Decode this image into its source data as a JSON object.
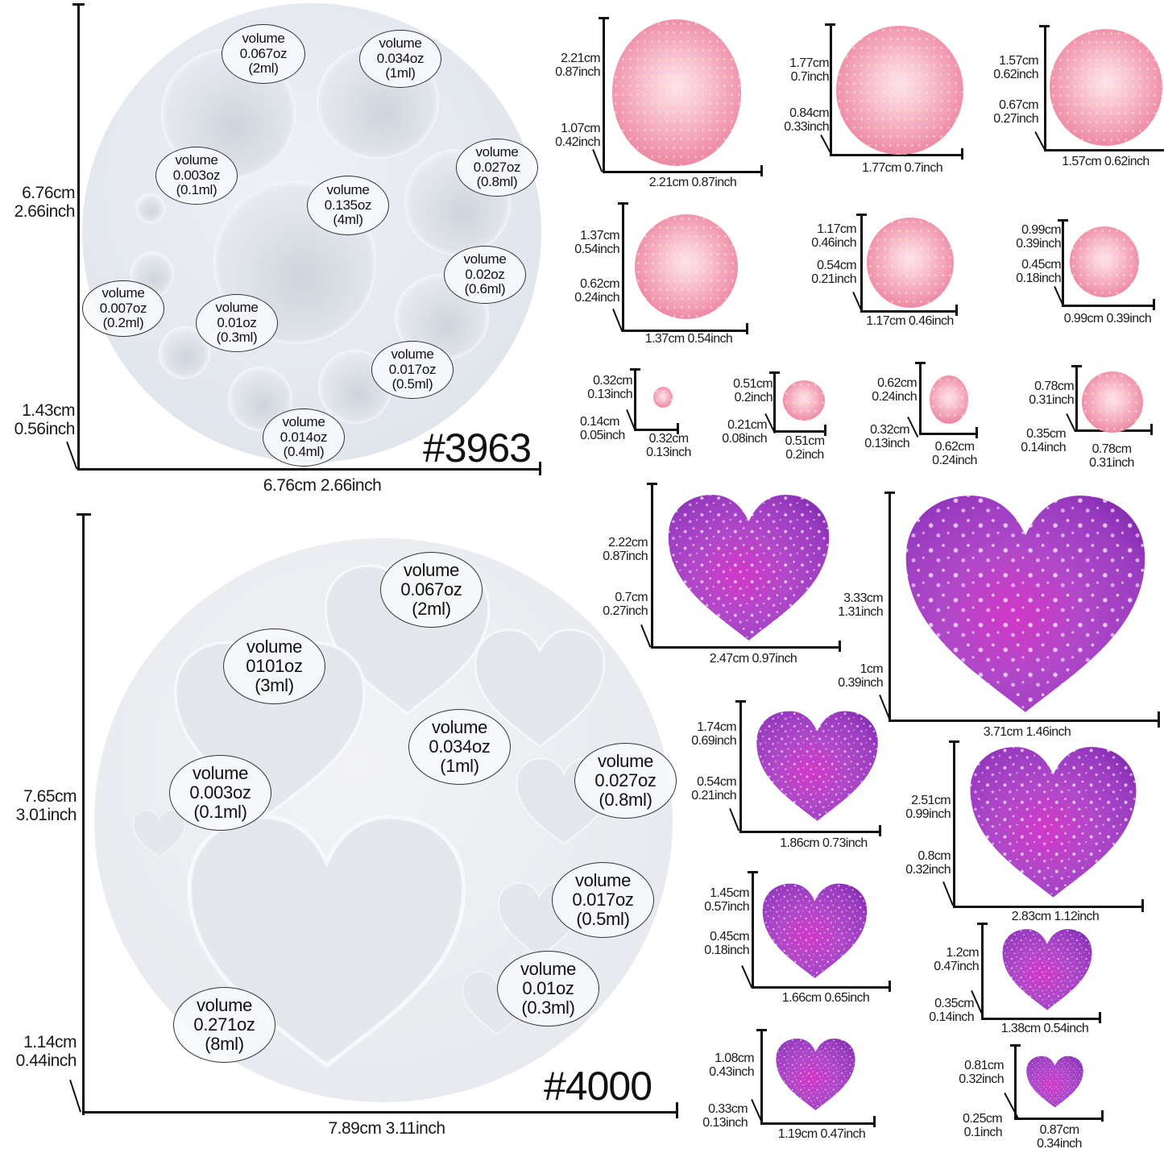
{
  "mold_3963": {
    "model": "#3963",
    "height_label": [
      "6.76cm",
      "2.66inch"
    ],
    "depth_label": [
      "1.43cm",
      "0.56inch"
    ],
    "width_label": "6.76cm  2.66inch",
    "cavities": [
      {
        "volume": "volume",
        "oz": "0.067oz",
        "ml": "(2ml)"
      },
      {
        "volume": "volume",
        "oz": "0.034oz",
        "ml": "(1ml)"
      },
      {
        "volume": "volume",
        "oz": "0.003oz",
        "ml": "(0.1ml)"
      },
      {
        "volume": "volume",
        "oz": "0.135oz",
        "ml": "(4ml)"
      },
      {
        "volume": "volume",
        "oz": "0.027oz",
        "ml": "(0.8ml)"
      },
      {
        "volume": "volume",
        "oz": "0.02oz",
        "ml": "(0.6ml)"
      },
      {
        "volume": "volume",
        "oz": "0.007oz",
        "ml": "(0.2ml)"
      },
      {
        "volume": "volume",
        "oz": "0.01oz",
        "ml": "(0.3ml)"
      },
      {
        "volume": "volume",
        "oz": "0.017oz",
        "ml": "(0.5ml)"
      },
      {
        "volume": "volume",
        "oz": "0.014oz",
        "ml": "(0.4ml)"
      }
    ]
  },
  "mold_4000": {
    "model": "#4000",
    "height_label": [
      "7.65cm",
      "3.01inch"
    ],
    "depth_label": [
      "1.14cm",
      "0.44inch"
    ],
    "width_label": "7.89cm  3.11inch",
    "cavities": [
      {
        "volume": "volume",
        "oz": "0.067oz",
        "ml": "(2ml)"
      },
      {
        "volume": "volume",
        "oz": "0101oz",
        "ml": "(3ml)"
      },
      {
        "volume": "volume",
        "oz": "0.034oz",
        "ml": "(1ml)"
      },
      {
        "volume": "volume",
        "oz": "0.003oz",
        "ml": "(0.1ml)"
      },
      {
        "volume": "volume",
        "oz": "0.027oz",
        "ml": "(0.8ml)"
      },
      {
        "volume": "volume",
        "oz": "0.017oz",
        "ml": "(0.5ml)"
      },
      {
        "volume": "volume",
        "oz": "0.01oz",
        "ml": "(0.3ml)"
      },
      {
        "volume": "volume",
        "oz": "0.271oz",
        "ml": "(8ml)"
      }
    ]
  },
  "spheres": [
    {
      "h": [
        "2.21cm",
        "0.87inch"
      ],
      "d": [
        "1.07cm",
        "0.42inch"
      ],
      "w": "2.21cm 0.87inch"
    },
    {
      "h": [
        "1.77cm",
        "0.7inch"
      ],
      "d": [
        "0.84cm",
        "0.33inch"
      ],
      "w": "1.77cm 0.7inch"
    },
    {
      "h": [
        "1.57cm",
        "0.62inch"
      ],
      "d": [
        "0.67cm",
        "0.27inch"
      ],
      "w": "1.57cm 0.62inch"
    },
    {
      "h": [
        "1.37cm",
        "0.54inch"
      ],
      "d": [
        "0.62cm",
        "0.24inch"
      ],
      "w": "1.37cm 0.54inch"
    },
    {
      "h": [
        "1.17cm",
        "0.46inch"
      ],
      "d": [
        "0.54cm",
        "0.21inch"
      ],
      "w": "1.17cm 0.46inch"
    },
    {
      "h": [
        "0.99cm",
        "0.39inch"
      ],
      "d": [
        "0.45cm",
        "0.18inch"
      ],
      "w": "0.99cm 0.39inch"
    },
    {
      "h": [
        "0.32cm",
        "0.13inch"
      ],
      "d": [
        "0.14cm",
        "0.05inch"
      ],
      "w": [
        "0.32cm",
        "0.13inch"
      ]
    },
    {
      "h": [
        "0.51cm",
        "0.2inch"
      ],
      "d": [
        "0.21cm",
        "0.08inch"
      ],
      "w": [
        "0.51cm",
        "0.2inch"
      ]
    },
    {
      "h": [
        "0.62cm",
        "0.24inch"
      ],
      "d": [
        "0.32cm",
        "0.13inch"
      ],
      "w": [
        "0.62cm",
        "0.24inch"
      ]
    },
    {
      "h": [
        "0.78cm",
        "0.31inch"
      ],
      "d": [
        "0.35cm",
        "0.14inch"
      ],
      "w": [
        "0.78cm",
        "0.31inch"
      ]
    }
  ],
  "hearts": [
    {
      "h": [
        "2.22cm",
        "0.87inch"
      ],
      "d": [
        "0.7cm",
        "0.27inch"
      ],
      "w": "2.47cm 0.97inch"
    },
    {
      "h": [
        "3.33cm",
        "1.31inch"
      ],
      "d": [
        "1cm",
        "0.39inch"
      ],
      "w": "3.71cm 1.46inch"
    },
    {
      "h": [
        "1.74cm",
        "0.69inch"
      ],
      "d": [
        "0.54cm",
        "0.21inch"
      ],
      "w": "1.86cm 0.73inch"
    },
    {
      "h": [
        "2.51cm",
        "0.99inch"
      ],
      "d": [
        "0.8cm",
        "0.32inch"
      ],
      "w": "2.83cm 1.12inch"
    },
    {
      "h": [
        "1.45cm",
        "0.57inch"
      ],
      "d": [
        "0.45cm",
        "0.18inch"
      ],
      "w": "1.66cm 0.65inch"
    },
    {
      "h": [
        "1.2cm",
        "0.47inch"
      ],
      "d": [
        "0.35cm",
        "0.14inch"
      ],
      "w": "1.38cm 0.54inch"
    },
    {
      "h": [
        "1.08cm",
        "0.43inch"
      ],
      "d": [
        "0.33cm",
        "0.13inch"
      ],
      "w": "1.19cm 0.47inch"
    },
    {
      "h": [
        "0.81cm",
        "0.32inch"
      ],
      "d": [
        "0.25cm",
        "0.1inch"
      ],
      "w": [
        "0.87cm",
        "0.34inch"
      ]
    }
  ],
  "colors": {
    "sphere_pink": "#ee8aa5",
    "heart_purple": "#a640c8",
    "mold_silicone": "#e3e7ee",
    "axis_line": "#111111"
  }
}
